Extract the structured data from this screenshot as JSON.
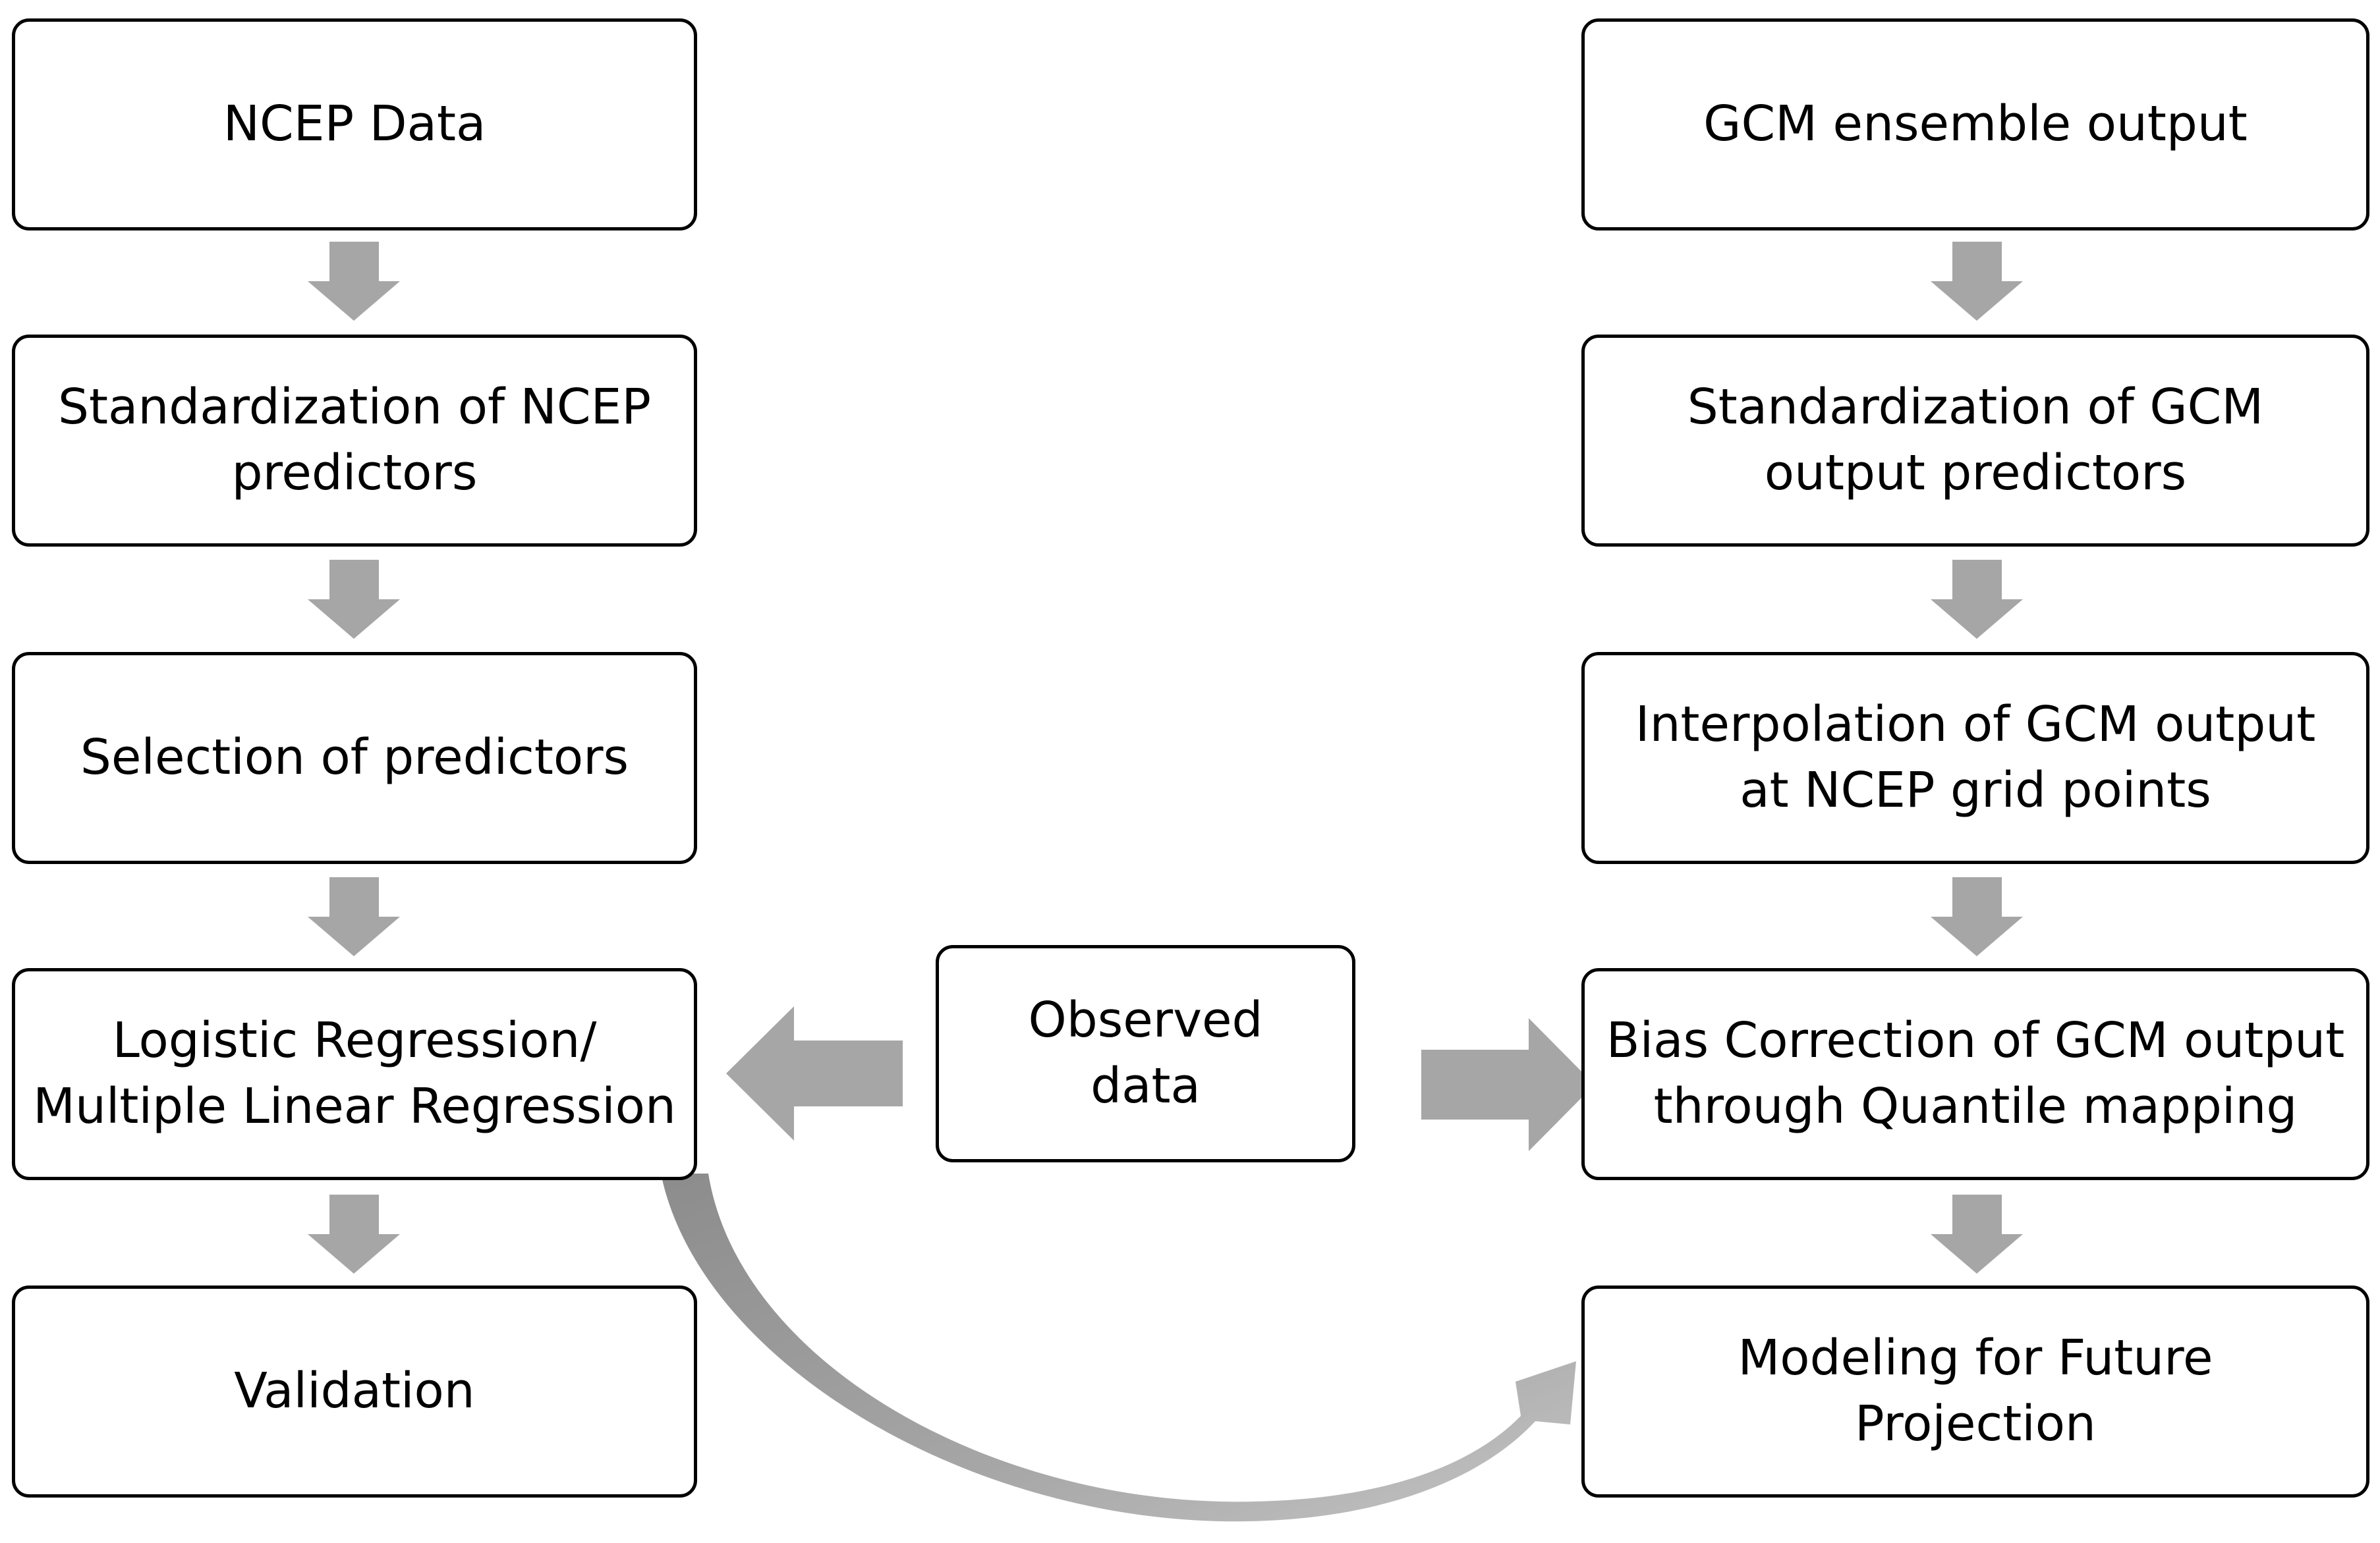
{
  "colors": {
    "box_border": "#000000",
    "box_fill": "#ffffff",
    "arrow_fill": "#a6a6a6"
  },
  "left_column": [
    {
      "lines": [
        "NCEP Data"
      ]
    },
    {
      "lines": [
        "Standardization of NCEP",
        "predictors"
      ]
    },
    {
      "lines": [
        "Selection of predictors"
      ]
    },
    {
      "lines": [
        "Logistic Regression/",
        "Multiple Linear Regression"
      ]
    },
    {
      "lines": [
        "Validation"
      ]
    }
  ],
  "center": {
    "lines": [
      "Observed",
      "data"
    ]
  },
  "right_column": [
    {
      "lines": [
        "GCM ensemble output"
      ]
    },
    {
      "lines": [
        "Standardization of GCM",
        "output predictors"
      ]
    },
    {
      "lines": [
        "Interpolation of GCM output",
        "at NCEP grid points"
      ]
    },
    {
      "lines": [
        "Bias Correction of GCM output",
        "through Quantile mapping"
      ]
    },
    {
      "lines": [
        "Modeling for Future",
        "Projection"
      ]
    }
  ]
}
